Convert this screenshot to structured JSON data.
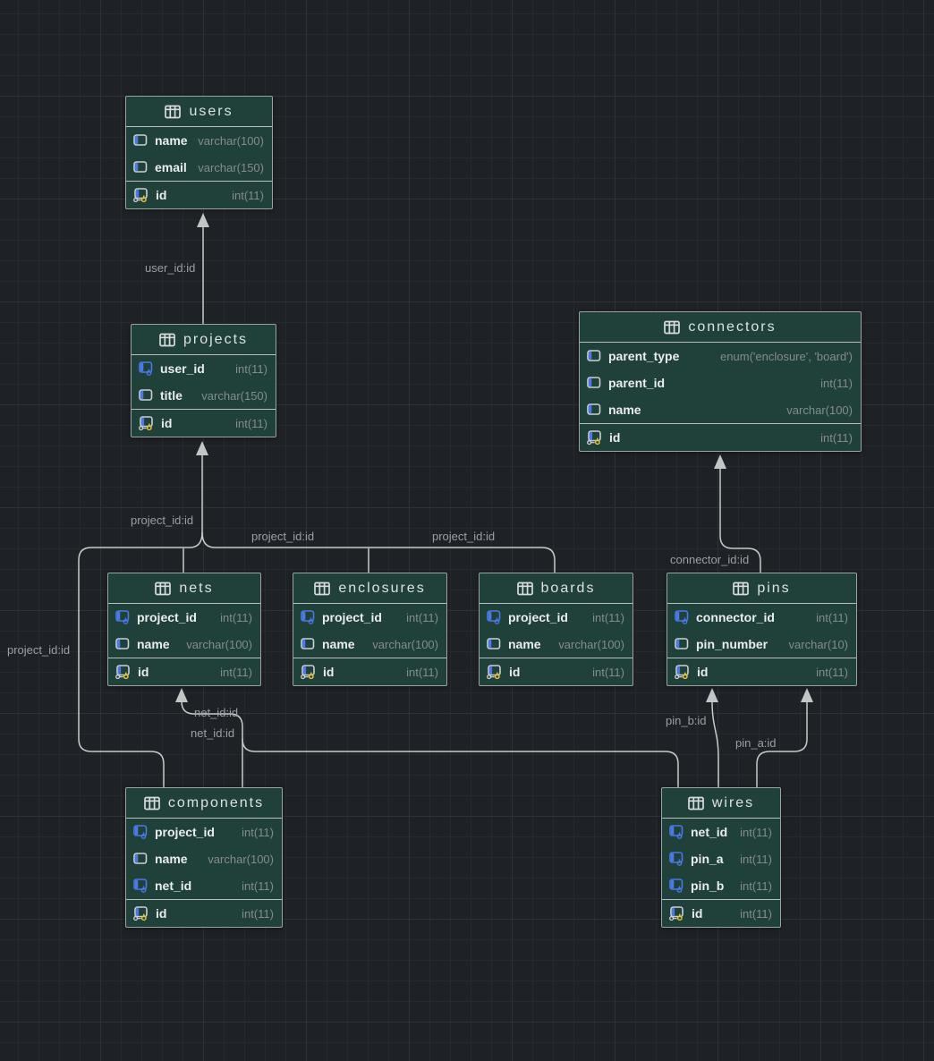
{
  "colors": {
    "canvas_bg": "#1e2126",
    "table_bg": "#20403a",
    "accent_blue": "#4a79e8",
    "key_yellow": "#e5c435",
    "line_gray": "#c7cbca",
    "label_gray": "#9aa0a5"
  },
  "tables": [
    {
      "title": "users",
      "columns": [
        {
          "name": "name",
          "type": "varchar(100)",
          "kind": "column"
        },
        {
          "name": "email",
          "type": "varchar(150)",
          "kind": "column"
        },
        {
          "name": "id",
          "type": "int(11)",
          "kind": "primary-key"
        }
      ]
    },
    {
      "title": "projects",
      "columns": [
        {
          "name": "user_id",
          "type": "int(11)",
          "kind": "foreign-key"
        },
        {
          "name": "title",
          "type": "varchar(150)",
          "kind": "column"
        },
        {
          "name": "id",
          "type": "int(11)",
          "kind": "primary-key"
        }
      ]
    },
    {
      "title": "connectors",
      "columns": [
        {
          "name": "parent_type",
          "type": "enum('enclosure', 'board')",
          "kind": "column"
        },
        {
          "name": "parent_id",
          "type": "int(11)",
          "kind": "column"
        },
        {
          "name": "name",
          "type": "varchar(100)",
          "kind": "column"
        },
        {
          "name": "id",
          "type": "int(11)",
          "kind": "primary-key"
        }
      ]
    },
    {
      "title": "nets",
      "columns": [
        {
          "name": "project_id",
          "type": "int(11)",
          "kind": "foreign-key"
        },
        {
          "name": "name",
          "type": "varchar(100)",
          "kind": "column"
        },
        {
          "name": "id",
          "type": "int(11)",
          "kind": "primary-key"
        }
      ]
    },
    {
      "title": "enclosures",
      "columns": [
        {
          "name": "project_id",
          "type": "int(11)",
          "kind": "foreign-key"
        },
        {
          "name": "name",
          "type": "varchar(100)",
          "kind": "column"
        },
        {
          "name": "id",
          "type": "int(11)",
          "kind": "primary-key"
        }
      ]
    },
    {
      "title": "boards",
      "columns": [
        {
          "name": "project_id",
          "type": "int(11)",
          "kind": "foreign-key"
        },
        {
          "name": "name",
          "type": "varchar(100)",
          "kind": "column"
        },
        {
          "name": "id",
          "type": "int(11)",
          "kind": "primary-key"
        }
      ]
    },
    {
      "title": "pins",
      "columns": [
        {
          "name": "connector_id",
          "type": "int(11)",
          "kind": "foreign-key"
        },
        {
          "name": "pin_number",
          "type": "varchar(10)",
          "kind": "column"
        },
        {
          "name": "id",
          "type": "int(11)",
          "kind": "primary-key"
        }
      ]
    },
    {
      "title": "components",
      "columns": [
        {
          "name": "project_id",
          "type": "int(11)",
          "kind": "foreign-key"
        },
        {
          "name": "name",
          "type": "varchar(100)",
          "kind": "column"
        },
        {
          "name": "net_id",
          "type": "int(11)",
          "kind": "foreign-key"
        },
        {
          "name": "id",
          "type": "int(11)",
          "kind": "primary-key"
        }
      ]
    },
    {
      "title": "wires",
      "columns": [
        {
          "name": "net_id",
          "type": "int(11)",
          "kind": "foreign-key"
        },
        {
          "name": "pin_a",
          "type": "int(11)",
          "kind": "foreign-key"
        },
        {
          "name": "pin_b",
          "type": "int(11)",
          "kind": "foreign-key"
        },
        {
          "name": "id",
          "type": "int(11)",
          "kind": "primary-key"
        }
      ]
    }
  ],
  "relationships": [
    {
      "label": "user_id:id"
    },
    {
      "label": "project_id:id"
    },
    {
      "label": "project_id:id"
    },
    {
      "label": "project_id:id"
    },
    {
      "label": "project_id:id"
    },
    {
      "label": "connector_id:id"
    },
    {
      "label": "net_id:id"
    },
    {
      "label": "net_id:id"
    },
    {
      "label": "pin_b:id"
    },
    {
      "label": "pin_a:id"
    }
  ]
}
